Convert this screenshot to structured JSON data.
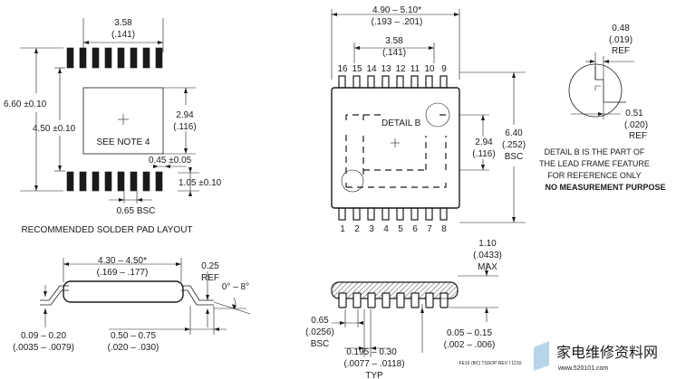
{
  "drawing": {
    "pad_layout": {
      "width_mm": "3.58",
      "width_in": "(.141)",
      "overall_height": "6.60 ±0.10",
      "body_height": "4.50 ±0.10",
      "body_width_mm": "2.94",
      "body_width_in": "(.116)",
      "see_note": "SEE NOTE 4",
      "pad_width": "0.45 ±0.05",
      "pad_length": "1.05 ±0.10",
      "pitch": "0.65 BSC",
      "caption": "RECOMMENDED SOLDER PAD LAYOUT"
    },
    "top_view": {
      "length_mm": "4.90 – 5.10*",
      "length_in": "(.193 – .201)",
      "lead_span_mm": "3.58",
      "lead_span_in": "(.141)",
      "pins_top": [
        "16",
        "15",
        "14",
        "13",
        "12",
        "11",
        "10",
        "9"
      ],
      "pins_bottom": [
        "1",
        "2",
        "3",
        "4",
        "5",
        "6",
        "7",
        "8"
      ],
      "detail_label": "DETAIL B",
      "pad_width_mm": "2.94",
      "pad_width_in": "(.116)",
      "overall_width_mm": "6.40",
      "overall_width_in": "(.252)",
      "overall_width_note": "BSC"
    },
    "detail_b": {
      "dim1_mm": "0.48",
      "dim1_in": "(.019)",
      "dim1_ref": "REF",
      "dim2_mm": "0.51",
      "dim2_in": "(.020)",
      "dim2_ref": "REF",
      "note_lines": [
        "DETAIL B IS THE PART OF",
        "THE LEAD FRAME FEATURE",
        "FOR REFERENCE ONLY"
      ],
      "note_bold": "NO MEASUREMENT PURPOSE"
    },
    "side_view": {
      "body_width_mm": "4.30 – 4.50*",
      "body_width_in": "(.169 – .177)",
      "gauge": "0.25",
      "gauge_ref": "REF",
      "angle": "0° – 8°",
      "lead_thickness_mm": "0.09 – 0.20",
      "lead_thickness_in": "(.0035 – .0079)",
      "foot_length_mm": "0.50 – 0.75",
      "foot_length_in": "(.020 – .030)"
    },
    "end_view": {
      "max_height_mm": "1.10",
      "max_height_in": "(.0433)",
      "max_height_note": "MAX",
      "pitch_mm": "0.65",
      "pitch_in": "(.0256)",
      "pitch_note": "BSC",
      "lead_width_mm": "0.195 – 0.30",
      "lead_width_in": "(.0077 – .0118)",
      "lead_width_note": "TYP",
      "standoff_mm": "0.05 – 0.15",
      "standoff_in": "(.002 – .006)",
      "revision": "FE16 (BC) TSSOP REV I 1210"
    },
    "watermark": {
      "cn": "家电维修资料网",
      "url": "www.520101.com"
    }
  }
}
